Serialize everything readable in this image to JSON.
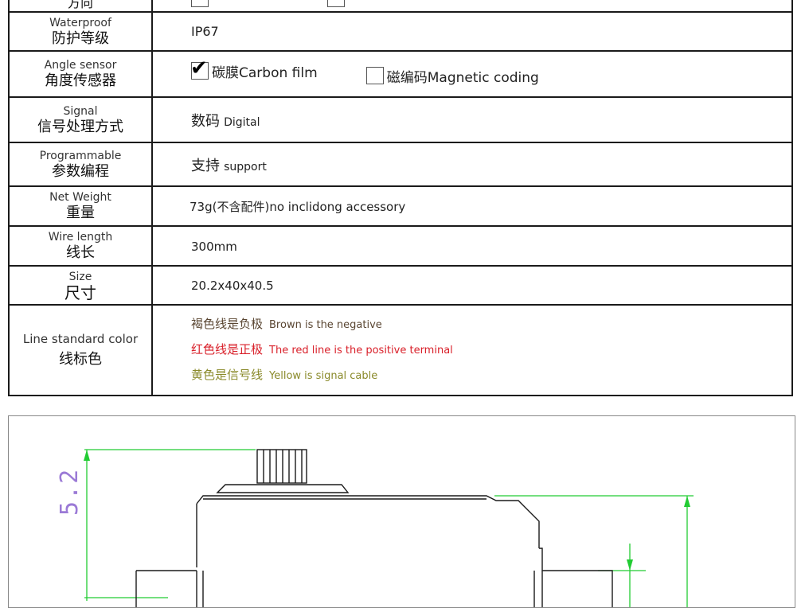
{
  "rows": [
    {
      "label_en": "",
      "label_cn": "方向",
      "value": ""
    },
    {
      "label_en": "Waterproof",
      "label_cn": "防护等级",
      "value": "IP67"
    },
    {
      "label_en": "Angle sensor",
      "label_cn": "角度传感器",
      "options": [
        {
          "label": "碳膜Carbon film",
          "checked": true
        },
        {
          "label": "磁编码Magnetic coding",
          "checked": false
        }
      ]
    },
    {
      "label_en": "Signal",
      "label_cn": "信号处理方式",
      "value_cn": "数码",
      "value_en": "Digital"
    },
    {
      "label_en": "Programmable",
      "label_cn": "参数编程",
      "value_cn": "支持",
      "value_en": "support"
    },
    {
      "label_en": "Net Weight",
      "label_cn": "重量",
      "value": "73g(不含配件)no inclidong accessory"
    },
    {
      "label_en": "Wire length",
      "label_cn": "线长",
      "value": "300mm"
    },
    {
      "label_en": "Size",
      "label_cn": "尺寸",
      "value": "20.2x40x40.5"
    },
    {
      "label_en": "Line standard color",
      "label_cn": "线标色",
      "lines": [
        {
          "cn": "褐色线是负极",
          "en": "Brown is the negative",
          "color": "#5a4632"
        },
        {
          "cn": "红色线是正极",
          "en": "The red line is the positive terminal",
          "color": "#d9202a"
        },
        {
          "cn": "黄色是信号线",
          "en": "Yellow is signal cable",
          "color": "#8a8a2a"
        }
      ]
    }
  ],
  "drawing": {
    "dimension_label": "5.2",
    "line_color": "#1a1a1a",
    "dim_color": "#22cc33"
  }
}
